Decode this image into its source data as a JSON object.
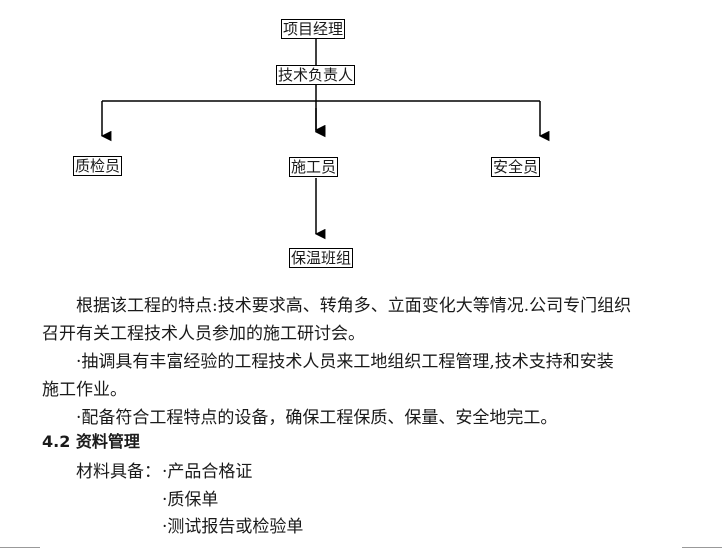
{
  "org_chart": {
    "top": "项目经理",
    "second": "技术负责人",
    "left": "质检员",
    "middle": "施工员",
    "right": "安全员",
    "bottom": "保温班组"
  },
  "body": {
    "para1_line1": "根据该工程的特点:技术要求高、转角多、立面变化大等情况.公司专门组织",
    "para1_line2": "召开有关工程技术人员参加的施工研讨会。",
    "para2_line1": "·抽调具有丰富经验的工程技术人员来工地组织工程管理,技术支持和安装",
    "para2_line2": "施工作业。",
    "para3": "·配备符合工程特点的设备，确保工程保质、保量、安全地完工。"
  },
  "section": {
    "heading": "4.2 资料管理",
    "materials_label": "材料具备：",
    "items": [
      "·产品合格证",
      "·质保单",
      "·测试报告或检验单"
    ]
  }
}
